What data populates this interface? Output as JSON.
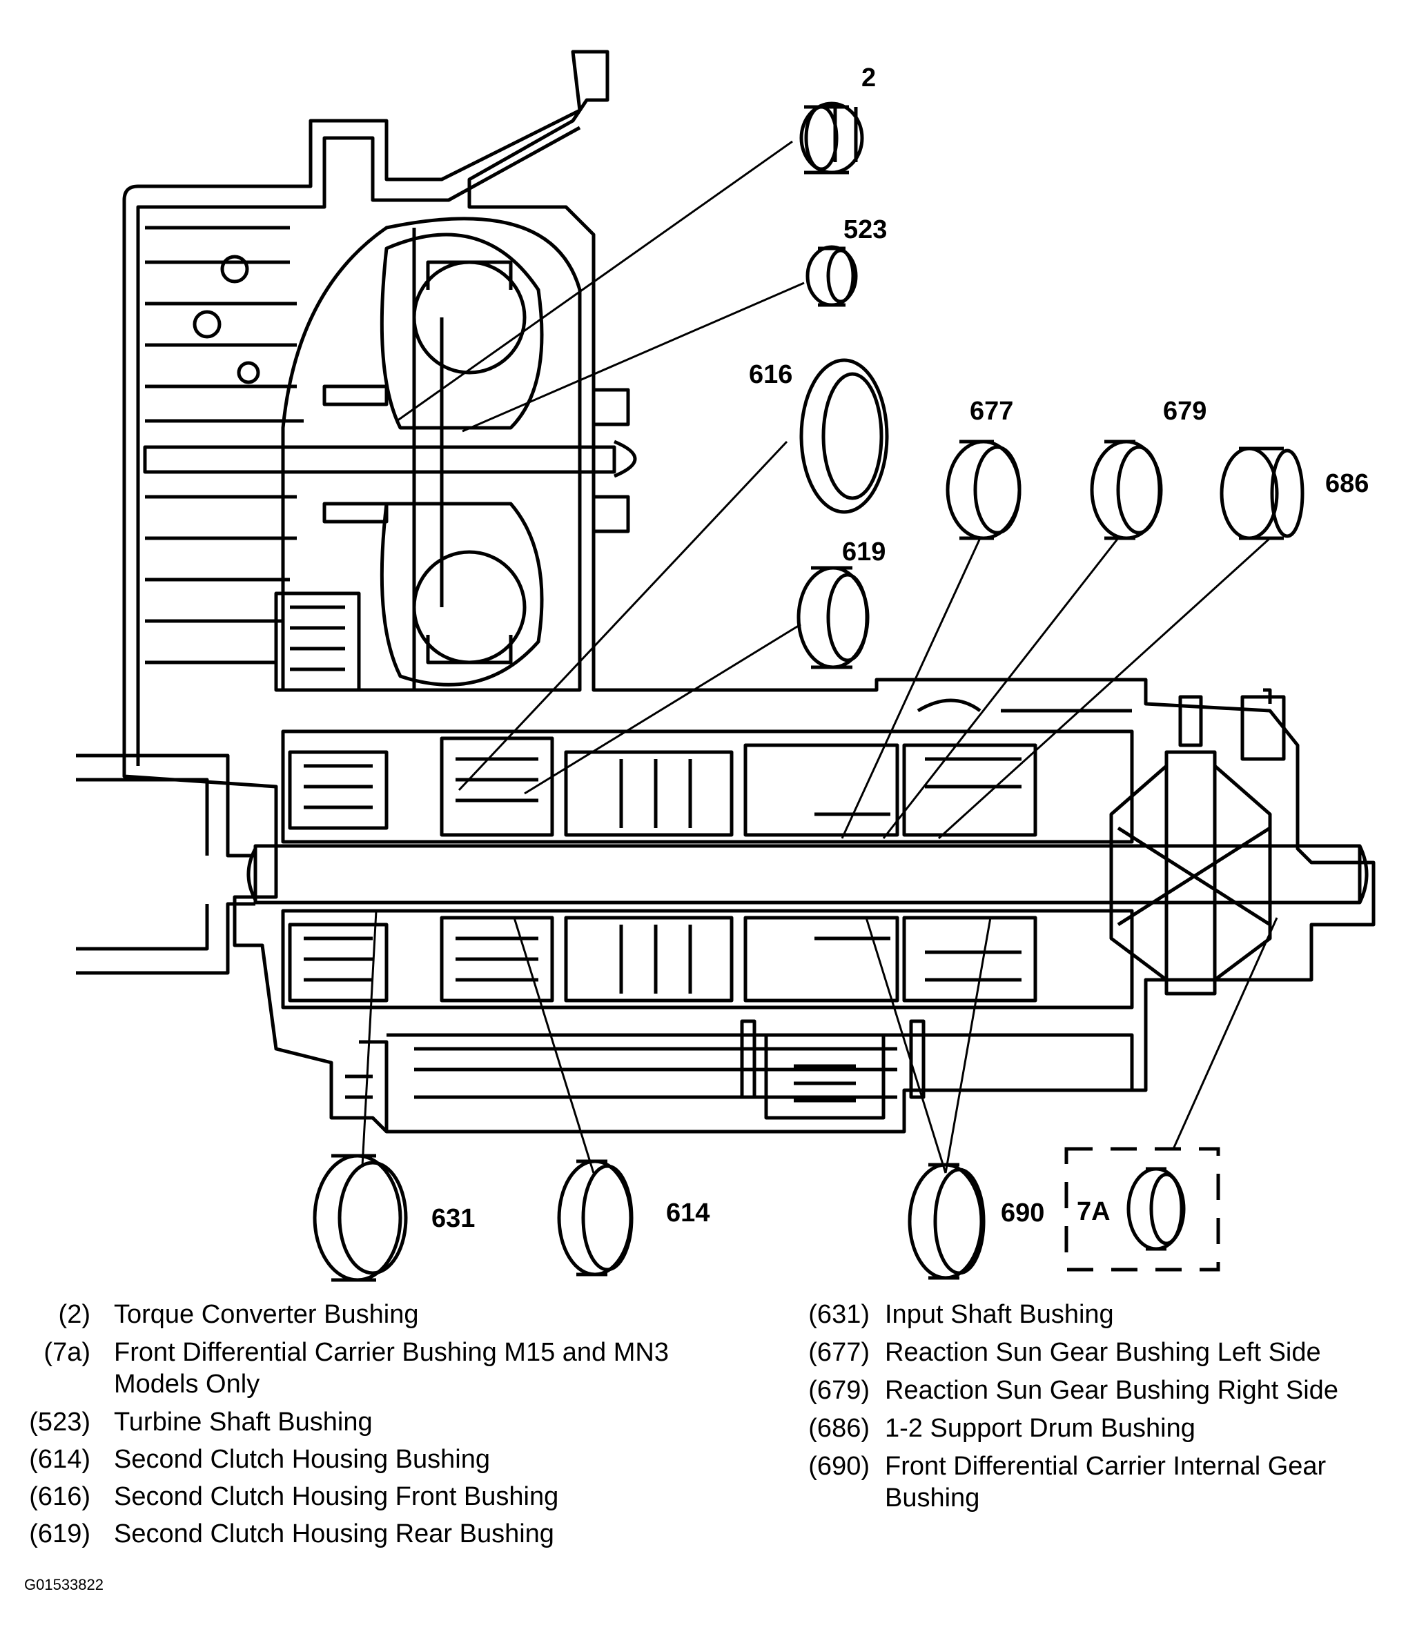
{
  "callouts": {
    "c2": "2",
    "c523": "523",
    "c616": "616",
    "c619": "619",
    "c677": "677",
    "c679": "679",
    "c686": "686",
    "c631": "631",
    "c614": "614",
    "c690": "690",
    "c7a": "7A"
  },
  "legend": {
    "left": [
      {
        "num": "(2)",
        "desc": "Torque Converter Bushing"
      },
      {
        "num": "(7a)",
        "desc": "Front Differential Carrier Bushing M15 and MN3 Models Only"
      },
      {
        "num": "(523)",
        "desc": "Turbine Shaft Bushing"
      },
      {
        "num": "(614)",
        "desc": "Second Clutch Housing Bushing"
      },
      {
        "num": "(616)",
        "desc": "Second Clutch Housing Front Bushing"
      },
      {
        "num": "(619)",
        "desc": "Second Clutch Housing Rear Bushing"
      }
    ],
    "right": [
      {
        "num": "(631)",
        "desc": "Input Shaft Bushing"
      },
      {
        "num": "(677)",
        "desc": "Reaction Sun Gear Bushing Left Side"
      },
      {
        "num": "(679)",
        "desc": "Reaction Sun Gear Bushing Right Side"
      },
      {
        "num": "(686)",
        "desc": "1-2 Support Drum Bushing"
      },
      {
        "num": "(690)",
        "desc": "Front Differential Carrier Internal Gear Bushing"
      }
    ]
  },
  "figure_id": "G01533822"
}
